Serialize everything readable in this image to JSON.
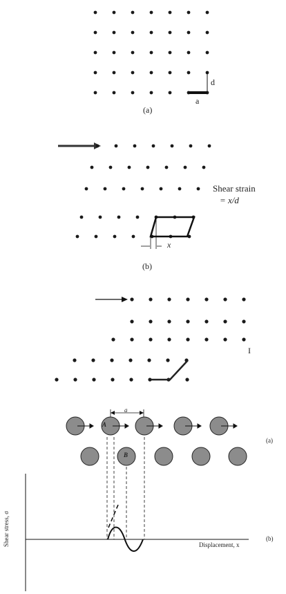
{
  "panel_a": {
    "caption": "(a)",
    "label_d": "d",
    "label_a": "a"
  },
  "panel_b": {
    "caption": "(b)",
    "shear_strain_line1": "Shear strain",
    "shear_strain_line2": "= x/d",
    "label_x": "x"
  },
  "panel_c": {
    "side_mark": "I"
  },
  "panel_d": {
    "spacing_label": "a",
    "atom_A": "A",
    "atom_B": "B",
    "tag_a": "(a)",
    "tag_b": "(b)",
    "ylabel": "Shear stress, σ",
    "xlabel": "Displacement, x"
  },
  "colors": {
    "atom_dot": "#1a1a1a",
    "atom_circle_fill": "#8c8c8c",
    "line": "#111111"
  }
}
